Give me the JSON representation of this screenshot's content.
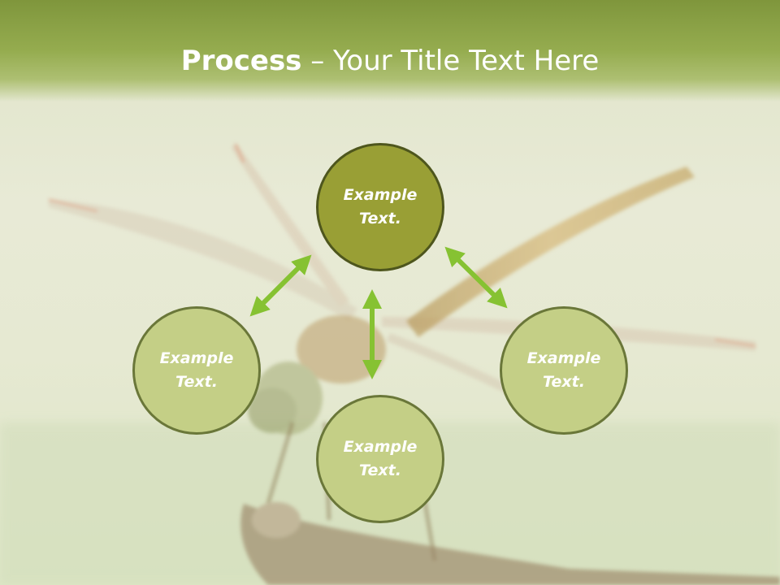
{
  "slide": {
    "title_bold": "Process",
    "title_rest": " – Your Title Text Here"
  },
  "diagram": {
    "nodes": [
      {
        "id": "top",
        "label": "Example\nText."
      },
      {
        "id": "left",
        "label": "Example\nText."
      },
      {
        "id": "right",
        "label": "Example\nText."
      },
      {
        "id": "bottom",
        "label": "Example\nText."
      }
    ]
  },
  "colors": {
    "title_bar": "#95ac4f",
    "center_node": "#999f35",
    "outer_node": "#c4cf86",
    "arrow": "#86c232",
    "text": "#ffffff"
  },
  "icons": {
    "arrows": "double-headed-arrow-icon"
  }
}
